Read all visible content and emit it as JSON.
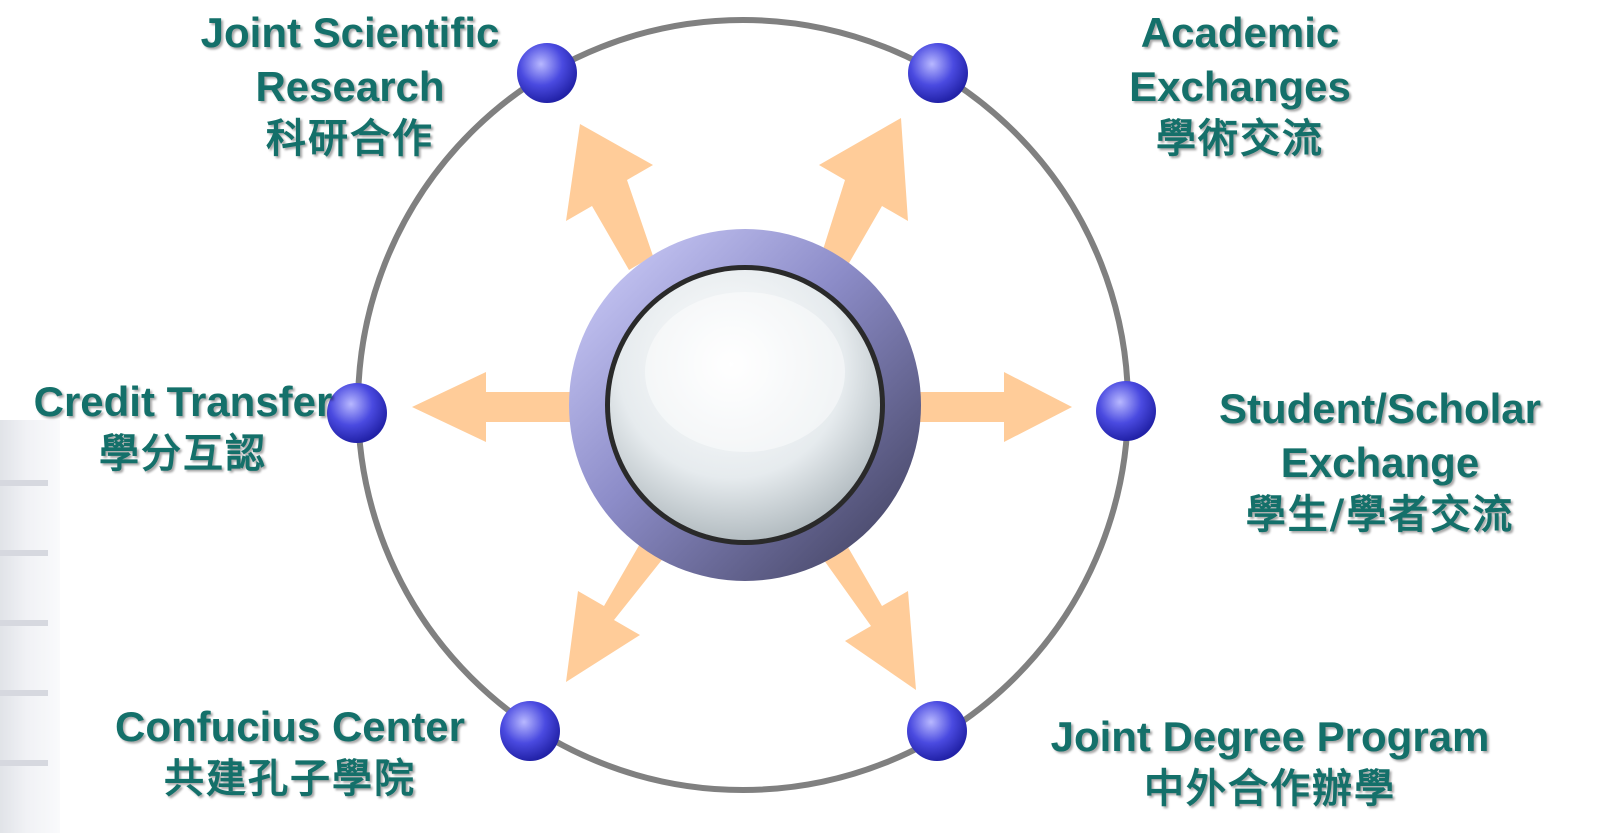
{
  "diagram": {
    "center_label": "",
    "nodes": [
      {
        "id": "joint-scientific-research",
        "en": "Joint Scientific\nResearch",
        "zh": "科研合作"
      },
      {
        "id": "academic-exchanges",
        "en": "Academic\nExchanges",
        "zh": "學術交流"
      },
      {
        "id": "credit-transfer",
        "en": "Credit Transfer",
        "zh": "學分互認"
      },
      {
        "id": "student-scholar-exchange",
        "en": "Student/Scholar\nExchange",
        "zh": "學生/學者交流"
      },
      {
        "id": "confucius-center",
        "en": "Confucius Center",
        "zh": "共建孔子學院"
      },
      {
        "id": "joint-degree-program",
        "en": "Joint Degree Program",
        "zh": "中外合作辦學"
      }
    ],
    "colors": {
      "text": "#14706a",
      "ring": "#808080",
      "arrow": "#ffcc99",
      "node": "#3a3ad6",
      "hub_outer": "#8a8ac8"
    }
  }
}
